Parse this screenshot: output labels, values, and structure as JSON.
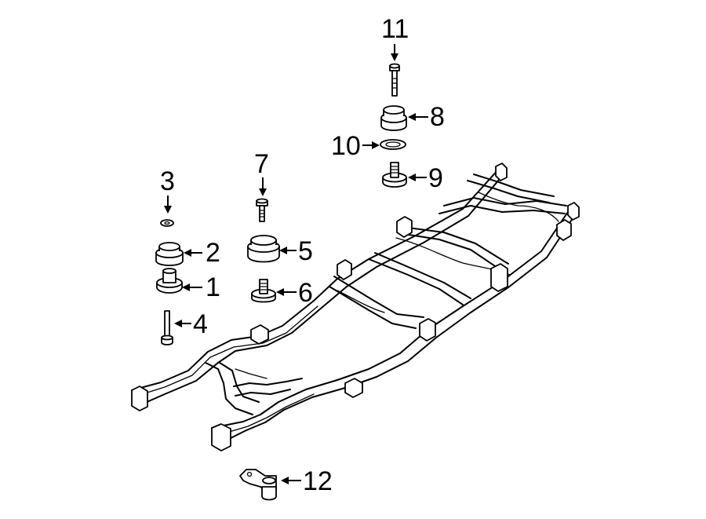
{
  "callouts": {
    "c1": "1",
    "c2": "2",
    "c3": "3",
    "c4": "4",
    "c5": "5",
    "c6": "6",
    "c7": "7",
    "c8": "8",
    "c9": "9",
    "c10": "10",
    "c11": "11",
    "c12": "12"
  },
  "icons": [
    "frame-assembly",
    "body-mount-bushing",
    "washer",
    "bolt",
    "bracket"
  ]
}
